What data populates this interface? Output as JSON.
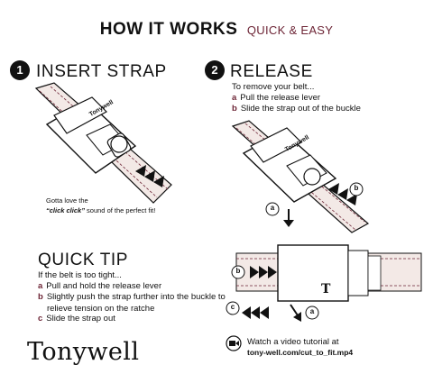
{
  "header": {
    "title": "HOW IT WORKS",
    "subtitle": "QUICK & EASY"
  },
  "step1": {
    "number": "1",
    "title": "INSERT STRAP",
    "caption_line1": "Gotta love the",
    "caption_emph": "“click click”",
    "caption_rest": "sound of the perfect fit!",
    "buckle_logo": "Tonywell"
  },
  "step2": {
    "number": "2",
    "title": "RELEASE",
    "intro": "To remove your belt...",
    "items": [
      {
        "label": "a",
        "text": "Pull the release lever"
      },
      {
        "label": "b",
        "text": "Slide the strap out of the buckle"
      }
    ],
    "marker_a": "a",
    "marker_b": "b",
    "buckle_logo": "Tonywell"
  },
  "tip": {
    "title": "QUICK TIP",
    "intro": "If the belt is too tight...",
    "items": [
      {
        "label": "a",
        "text": "Pull and  hold the release lever"
      },
      {
        "label": "b",
        "text": "Slightly push the strap further into the buckle to relieve tension on the ratche"
      },
      {
        "label": "c",
        "text": "Slide the strap out"
      }
    ],
    "marker_a": "a",
    "marker_b": "b",
    "marker_c": "c",
    "buckle_mark": "T"
  },
  "footer": {
    "brand": "Tonywell",
    "video_text": "Watch a video tutorial at",
    "video_url": "tony-well.com/cut_to_fit.mp4",
    "video_icon": "video-camera-icon"
  },
  "colors": {
    "accent": "#6d2536",
    "ink": "#111111",
    "strap_fill": "#f3e9e6"
  }
}
